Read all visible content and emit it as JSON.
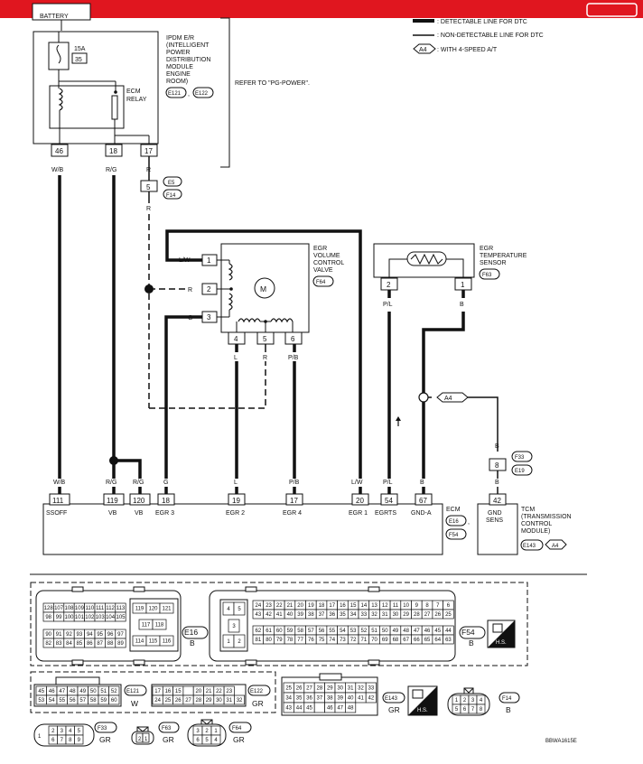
{
  "header": {
    "bar_color": "#e0161f",
    "battery": "BATTERY",
    "refer": "REFER TO \"PG-POWER\"."
  },
  "legend": {
    "detectable": ": DETECTABLE LINE FOR DTC",
    "nondetectable": ": NON-DETECTABLE LINE FOR DTC",
    "a4_tag": "A4",
    "a4_text": ": WITH 4-SPEED A/T"
  },
  "ipdm": {
    "title_lines": [
      "IPDM E/R",
      "(INTELLIGENT",
      "POWER",
      "DISTRIBUTION",
      "MODULE",
      "ENGINE",
      "ROOM)"
    ],
    "conn1": "E121",
    "conn2": "E122",
    "fuse_rating": "15A",
    "fuse_no": "35",
    "relay_lines": [
      "ECM",
      "RELAY"
    ],
    "pins": [
      "46",
      "18",
      "17"
    ],
    "wires": [
      "W/B",
      "R/G",
      "R"
    ]
  },
  "joint": {
    "pin": "5",
    "conn1": "E5",
    "conn2": "F14",
    "wire": "R"
  },
  "egr_valve": {
    "title_lines": [
      "EGR",
      "VOLUME",
      "CONTROL",
      "VALVE"
    ],
    "conn": "F64",
    "motor": "M",
    "left_pins": [
      "1",
      "2",
      "3"
    ],
    "left_wires": [
      "L/W",
      "R",
      "G"
    ],
    "bottom_pins": [
      "4",
      "5",
      "6"
    ],
    "bottom_wires": [
      "L",
      "R",
      "P/B"
    ]
  },
  "egr_sensor": {
    "title_lines": [
      "EGR",
      "TEMPERATURE",
      "SENSOR"
    ],
    "conn": "F63",
    "pins": [
      "2",
      "1"
    ],
    "wires": [
      "P/L",
      "B"
    ]
  },
  "a4_junction": {
    "tag": "A4",
    "wire": "B",
    "pin": "8",
    "conn1": "F33",
    "conn2": "E19"
  },
  "ecm": {
    "wires": [
      "W/B",
      "R/G",
      "R/G",
      "G",
      "L",
      "P/B",
      "L/W",
      "P/L",
      "B"
    ],
    "pins": [
      "111",
      "119",
      "120",
      "18",
      "19",
      "17",
      "20",
      "54",
      "67"
    ],
    "labels": [
      "SSOFF",
      "VB",
      "VB",
      "EGR 3",
      "EGR 2",
      "EGR 4",
      "EGR 1",
      "EGRTS",
      "GND-A"
    ],
    "name": "ECM",
    "conn1": "E16",
    "conn2": "F54"
  },
  "tcm": {
    "wire": "B",
    "pin": "42",
    "label_lines": [
      "GND",
      "SENS"
    ],
    "title_lines": [
      "TCM",
      "(TRANSMISSION",
      "CONTROL",
      "MODULE)"
    ],
    "conn": "E143",
    "tag": "A4"
  },
  "connectors": {
    "e16": {
      "rows": [
        [
          "128",
          "107",
          "108",
          "109",
          "110",
          "111",
          "112",
          "113"
        ],
        [
          "98",
          "99",
          "100",
          "101",
          "102",
          "103",
          "104",
          "105"
        ],
        [
          "90",
          "91",
          "92",
          "93",
          "94",
          "95",
          "96",
          "97"
        ],
        [
          "82",
          "83",
          "84",
          "85",
          "86",
          "87",
          "88",
          "89"
        ]
      ],
      "mid_top": [
        "119",
        "120",
        "121"
      ],
      "mid_mid": [
        "117",
        "118"
      ],
      "mid_bot": [
        "114",
        "115",
        "116"
      ],
      "name": "E16",
      "color": "B"
    },
    "f54": {
      "rows": [
        [
          "24",
          "23",
          "22",
          "21",
          "20",
          "19",
          "18",
          "17",
          "16",
          "15",
          "14",
          "13",
          "12",
          "11",
          "10",
          "9",
          "8",
          "7",
          "6"
        ],
        [
          "43",
          "42",
          "41",
          "40",
          "39",
          "38",
          "37",
          "36",
          "35",
          "34",
          "33",
          "32",
          "31",
          "30",
          "29",
          "28",
          "27",
          "26",
          "25"
        ],
        [
          "62",
          "61",
          "60",
          "59",
          "58",
          "57",
          "56",
          "55",
          "54",
          "53",
          "52",
          "51",
          "50",
          "49",
          "48",
          "47",
          "46",
          "45",
          "44"
        ],
        [
          "81",
          "80",
          "79",
          "78",
          "77",
          "76",
          "75",
          "74",
          "73",
          "72",
          "71",
          "70",
          "69",
          "68",
          "67",
          "66",
          "65",
          "64",
          "63"
        ]
      ],
      "side": [
        "4",
        "5",
        "3",
        "1",
        "2"
      ],
      "name": "F54",
      "color": "B"
    },
    "e121": {
      "rows": [
        [
          "45",
          "46",
          "47",
          "48",
          "49",
          "50",
          "51",
          "52"
        ],
        [
          "53",
          "54",
          "55",
          "56",
          "57",
          "58",
          "59",
          "60"
        ]
      ],
      "name": "E121",
      "color": "W"
    },
    "e122": {
      "rows": [
        [
          "17",
          "16",
          "15",
          "",
          "20",
          "21",
          "22",
          "23"
        ],
        [
          "24",
          "25",
          "26",
          "27",
          "28",
          "29",
          "30",
          "31",
          "32"
        ]
      ],
      "name": "E122",
      "color": "GR"
    },
    "e143": {
      "rows": [
        [
          "25",
          "26",
          "27",
          "28",
          "29",
          "30",
          "31",
          "32",
          "33"
        ],
        [
          "34",
          "35",
          "36",
          "37",
          "38",
          "39",
          "40",
          "41",
          "42"
        ],
        [
          "43",
          "44",
          "45",
          "",
          "46",
          "47",
          "48"
        ]
      ],
      "name": "E143",
      "color": "GR"
    },
    "f14": {
      "rows": [
        [
          "1",
          "2",
          "3",
          "4"
        ],
        [
          "5",
          "6",
          "7",
          "8"
        ]
      ],
      "name": "F14",
      "color": "B"
    },
    "f33": {
      "lead": "1",
      "rows": [
        [
          "2",
          "3",
          "4",
          "5"
        ],
        [
          "6",
          "7",
          "8",
          "9"
        ]
      ],
      "name": "F33",
      "color": "GR"
    },
    "f63": {
      "pins": [
        "2",
        "1"
      ],
      "name": "F63",
      "color": "GR"
    },
    "f64": {
      "rows": [
        [
          "3",
          "2",
          "1"
        ],
        [
          "6",
          "5",
          "4"
        ]
      ],
      "name": "F64",
      "color": "GR"
    },
    "hs": "H.S."
  },
  "footer_code": "BBWA1615E"
}
